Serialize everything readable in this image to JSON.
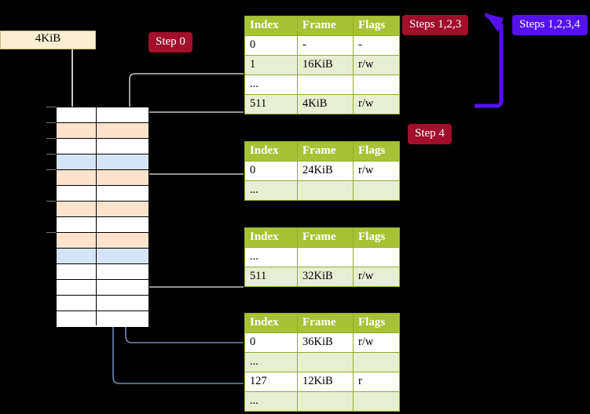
{
  "labels": {
    "mem_tag": "4KiB",
    "step0": "Step 0",
    "step4": "Step 4",
    "steps123": "Steps 1,2,3",
    "steps1234": "Steps 1,2,3,4"
  },
  "colors": {
    "header_green": "#a8c236",
    "table_alt": "#e8eed2",
    "highlight_yellow": "#ffffa0",
    "badge_red": "#a10f2b",
    "badge_violet": "#5511ee",
    "memtag_bg": "#fbeed2",
    "frame_orange": "#fde3cc",
    "frame_blue": "#d6e4f7",
    "connector_gray": "#b9b9b9",
    "connector_blue": "#6f88b8",
    "arrow_gray": "#c6c6c6",
    "arrow_blue": "#4a6fa5"
  },
  "tables": [
    {
      "name": "level4-table",
      "columns": [
        "Index",
        "Frame",
        "Flags"
      ],
      "rows": [
        {
          "index": "0",
          "frame": "-",
          "flags": "-",
          "alt": false,
          "highlight": false
        },
        {
          "index": "1",
          "frame": "16KiB",
          "flags": "r/w",
          "alt": true,
          "highlight": false
        },
        {
          "index": "...",
          "frame": "",
          "flags": "",
          "alt": false,
          "highlight": false
        },
        {
          "index": "511",
          "frame": "4KiB",
          "flags": "r/w",
          "alt": true,
          "highlight": true
        }
      ]
    },
    {
      "name": "level3-table",
      "columns": [
        "Index",
        "Frame",
        "Flags"
      ],
      "rows": [
        {
          "index": "0",
          "frame": "24KiB",
          "flags": "r/w",
          "alt": false,
          "highlight": false
        },
        {
          "index": "...",
          "frame": "",
          "flags": "",
          "alt": true,
          "highlight": false
        }
      ]
    },
    {
      "name": "level2-table",
      "columns": [
        "Index",
        "Frame",
        "Flags"
      ],
      "rows": [
        {
          "index": "...",
          "frame": "",
          "flags": "",
          "alt": false,
          "highlight": false
        },
        {
          "index": "511",
          "frame": "32KiB",
          "flags": "r/w",
          "alt": true,
          "highlight": false
        }
      ]
    },
    {
      "name": "level1-table",
      "columns": [
        "Index",
        "Frame",
        "Flags"
      ],
      "rows": [
        {
          "index": "0",
          "frame": "36KiB",
          "flags": "r/w",
          "alt": false,
          "highlight": false
        },
        {
          "index": "...",
          "frame": "",
          "flags": "",
          "alt": true,
          "highlight": false
        },
        {
          "index": "127",
          "frame": "12KiB",
          "flags": "r",
          "alt": false,
          "highlight": false
        },
        {
          "index": "...",
          "frame": "",
          "flags": "",
          "alt": true,
          "highlight": false
        }
      ]
    }
  ],
  "memory_grid": {
    "row_count": 14,
    "rows": [
      {
        "fill": "white"
      },
      {
        "fill": "orange"
      },
      {
        "fill": "white"
      },
      {
        "fill": "blue"
      },
      {
        "fill": "orange"
      },
      {
        "fill": "white"
      },
      {
        "fill": "orange"
      },
      {
        "fill": "white"
      },
      {
        "fill": "orange"
      },
      {
        "fill": "blue"
      },
      {
        "fill": "white"
      },
      {
        "fill": "white"
      },
      {
        "fill": "white"
      },
      {
        "fill": "white"
      }
    ]
  }
}
